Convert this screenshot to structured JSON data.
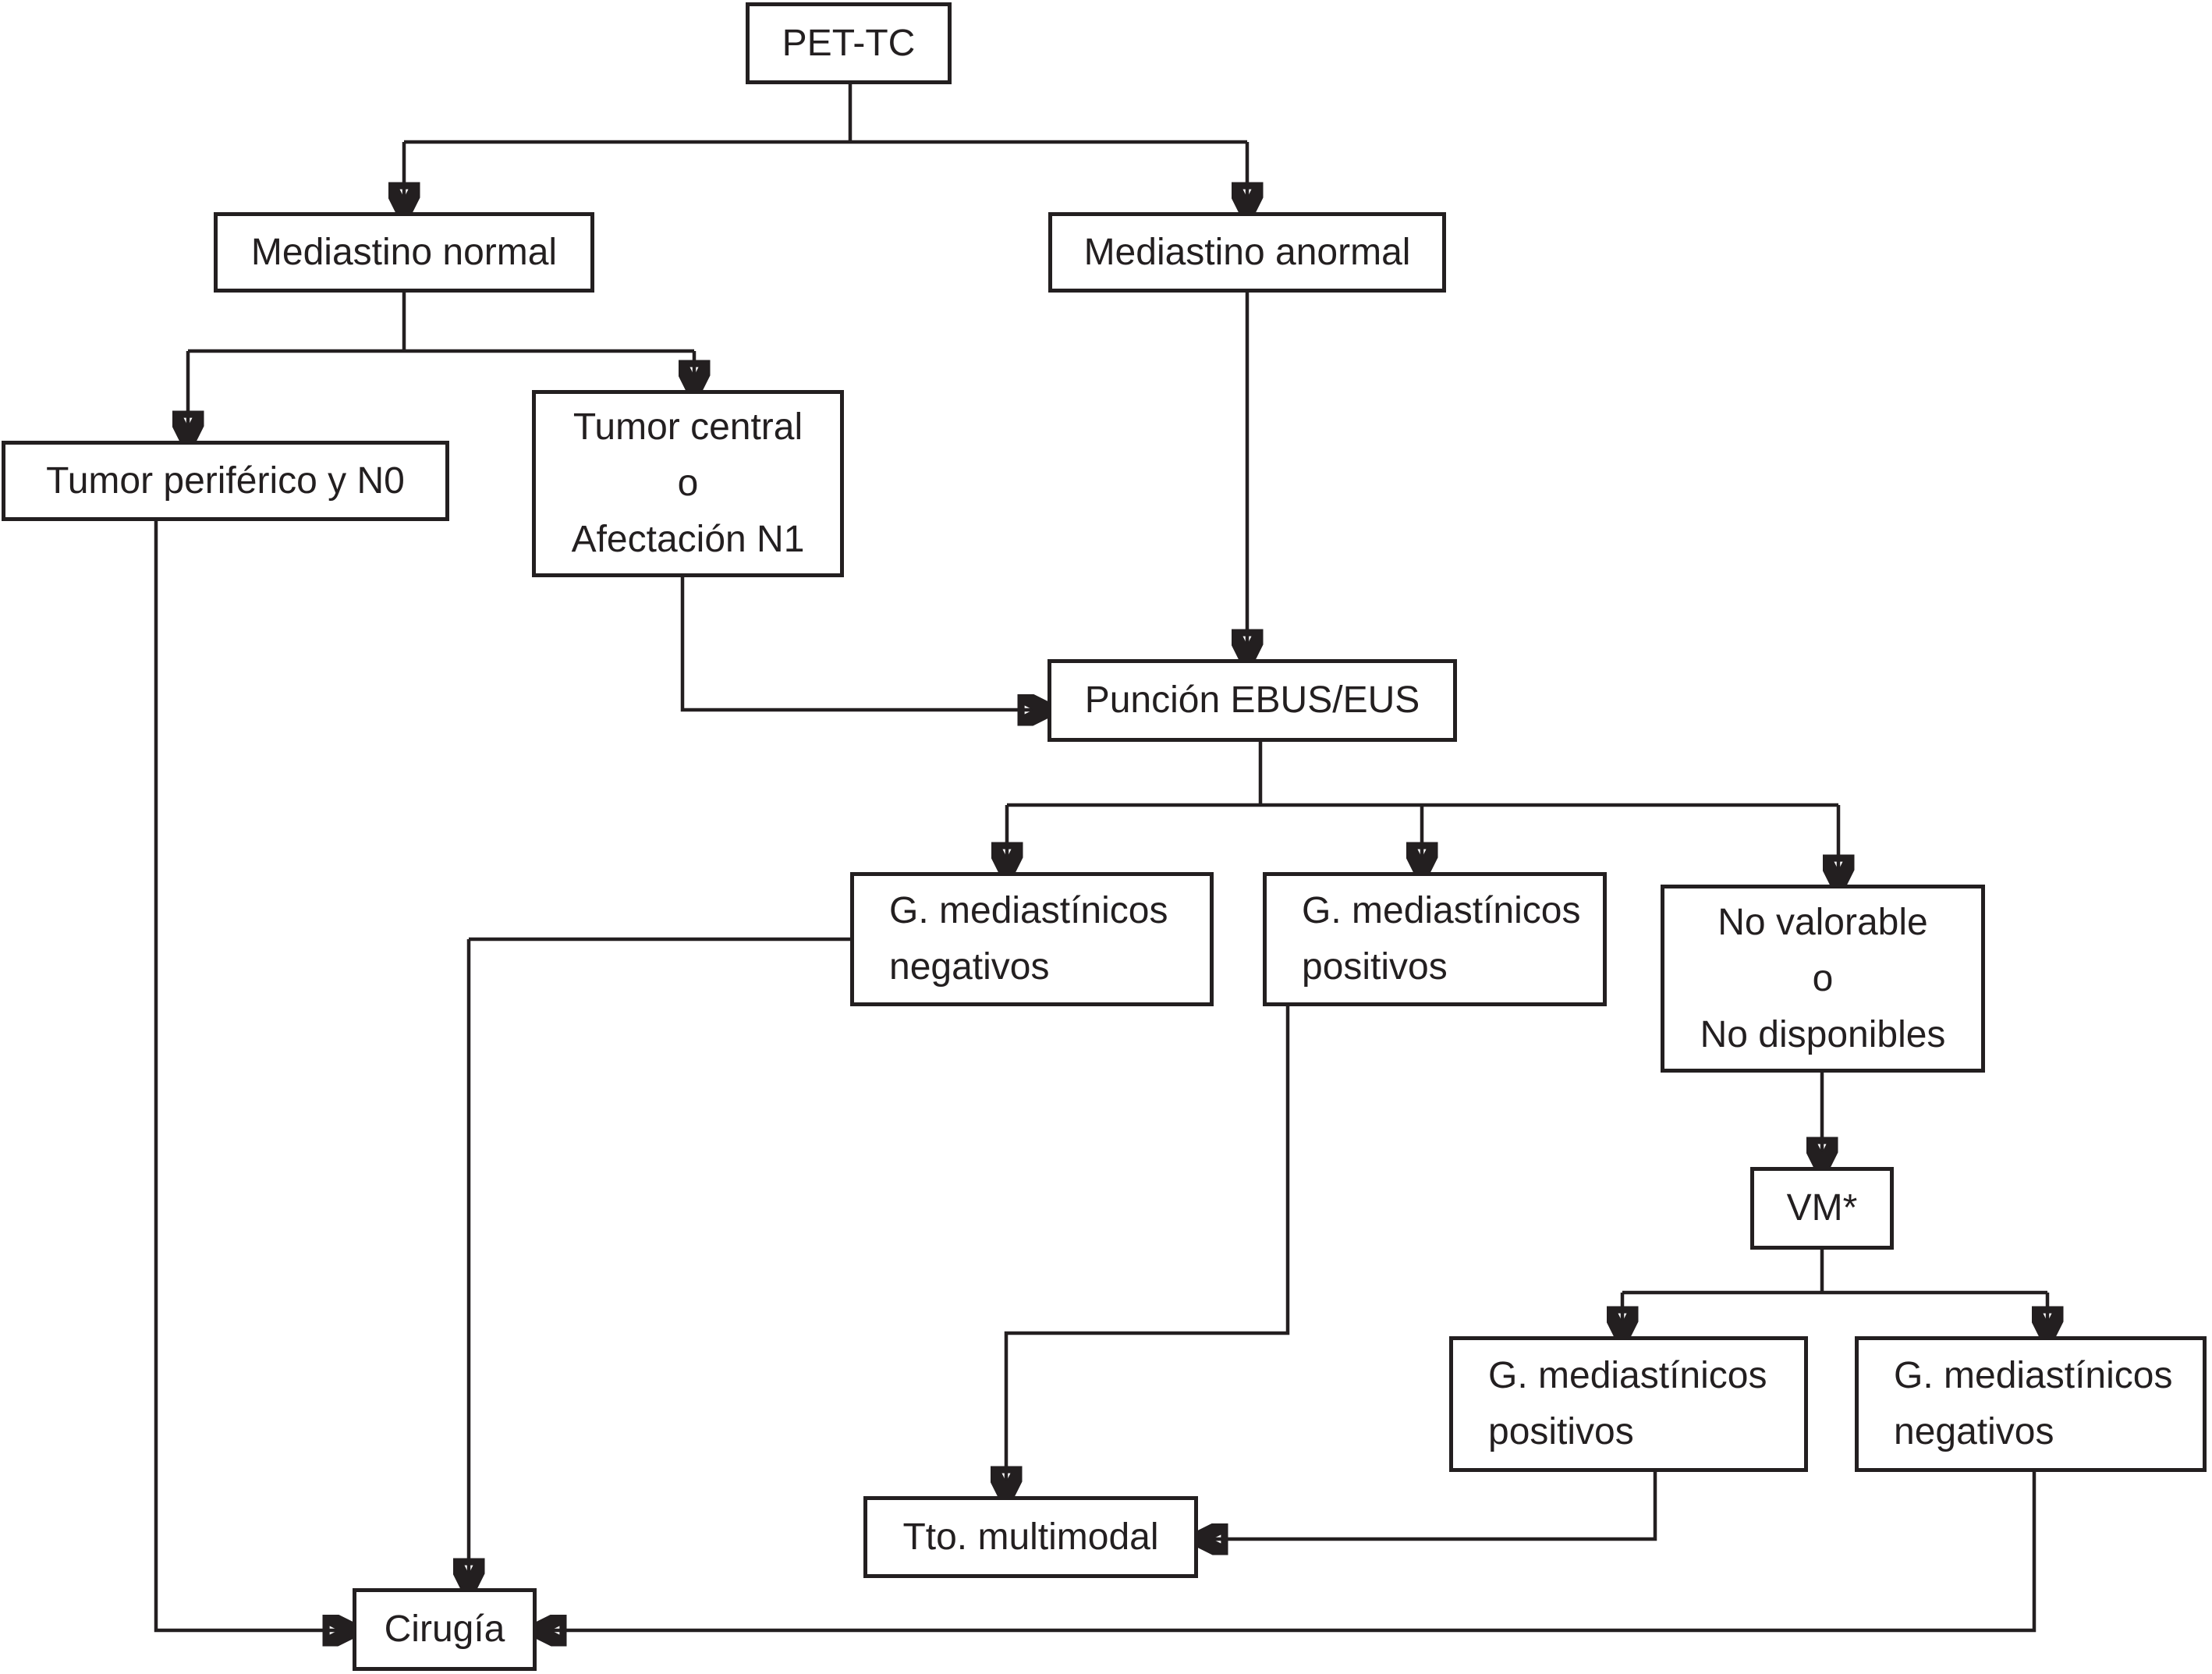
{
  "figure": {
    "type": "flowchart",
    "language": "es",
    "colors": {
      "background": "#ffffff",
      "line": "#231f20",
      "box_border": "#231f20",
      "text": "#231f20"
    }
  },
  "nodes": {
    "pet_tc": {
      "label": "PET-TC"
    },
    "mediastino_normal": {
      "label": "Mediastino normal"
    },
    "mediastino_anormal": {
      "label": "Mediastino anormal"
    },
    "tumor_periferico_n0": {
      "label": "Tumor periférico y N0"
    },
    "tumor_central_n1": {
      "lines": [
        "Tumor central",
        "o",
        "Afectación N1"
      ]
    },
    "puncion_ebus_eus": {
      "label": "Punción EBUS/EUS"
    },
    "g_mediastinicos_negativos": {
      "lines": [
        "G. mediastínicos",
        "negativos"
      ]
    },
    "g_mediastinicos_positivos": {
      "lines": [
        "G. mediastínicos",
        "positivos"
      ]
    },
    "no_valorable": {
      "lines": [
        "No valorable",
        "o",
        "No disponibles"
      ]
    },
    "vm": {
      "label": "VM*"
    },
    "g_mediastinicos_positivos_vm": {
      "lines": [
        "G. mediastínicos",
        "positivos"
      ]
    },
    "g_mediastinicos_negativos_vm": {
      "lines": [
        "G. mediastínicos",
        "negativos"
      ]
    },
    "tto_multimodal": {
      "label": "Tto. multimodal"
    },
    "cirugia": {
      "label": "Cirugía"
    }
  },
  "edges": [
    {
      "from": "pet_tc",
      "to": "mediastino_normal"
    },
    {
      "from": "pet_tc",
      "to": "mediastino_anormal"
    },
    {
      "from": "mediastino_normal",
      "to": "tumor_periferico_n0"
    },
    {
      "from": "mediastino_normal",
      "to": "tumor_central_n1"
    },
    {
      "from": "mediastino_anormal",
      "to": "puncion_ebus_eus"
    },
    {
      "from": "tumor_central_n1",
      "to": "puncion_ebus_eus"
    },
    {
      "from": "puncion_ebus_eus",
      "to": "g_mediastinicos_negativos"
    },
    {
      "from": "puncion_ebus_eus",
      "to": "g_mediastinicos_positivos"
    },
    {
      "from": "puncion_ebus_eus",
      "to": "no_valorable"
    },
    {
      "from": "no_valorable",
      "to": "vm"
    },
    {
      "from": "vm",
      "to": "g_mediastinicos_positivos_vm"
    },
    {
      "from": "vm",
      "to": "g_mediastinicos_negativos_vm"
    },
    {
      "from": "tumor_periferico_n0",
      "to": "cirugia"
    },
    {
      "from": "g_mediastinicos_negativos",
      "to": "cirugia"
    },
    {
      "from": "g_mediastinicos_positivos",
      "to": "tto_multimodal"
    },
    {
      "from": "g_mediastinicos_positivos_vm",
      "to": "tto_multimodal"
    },
    {
      "from": "g_mediastinicos_negativos_vm",
      "to": "cirugia"
    }
  ]
}
